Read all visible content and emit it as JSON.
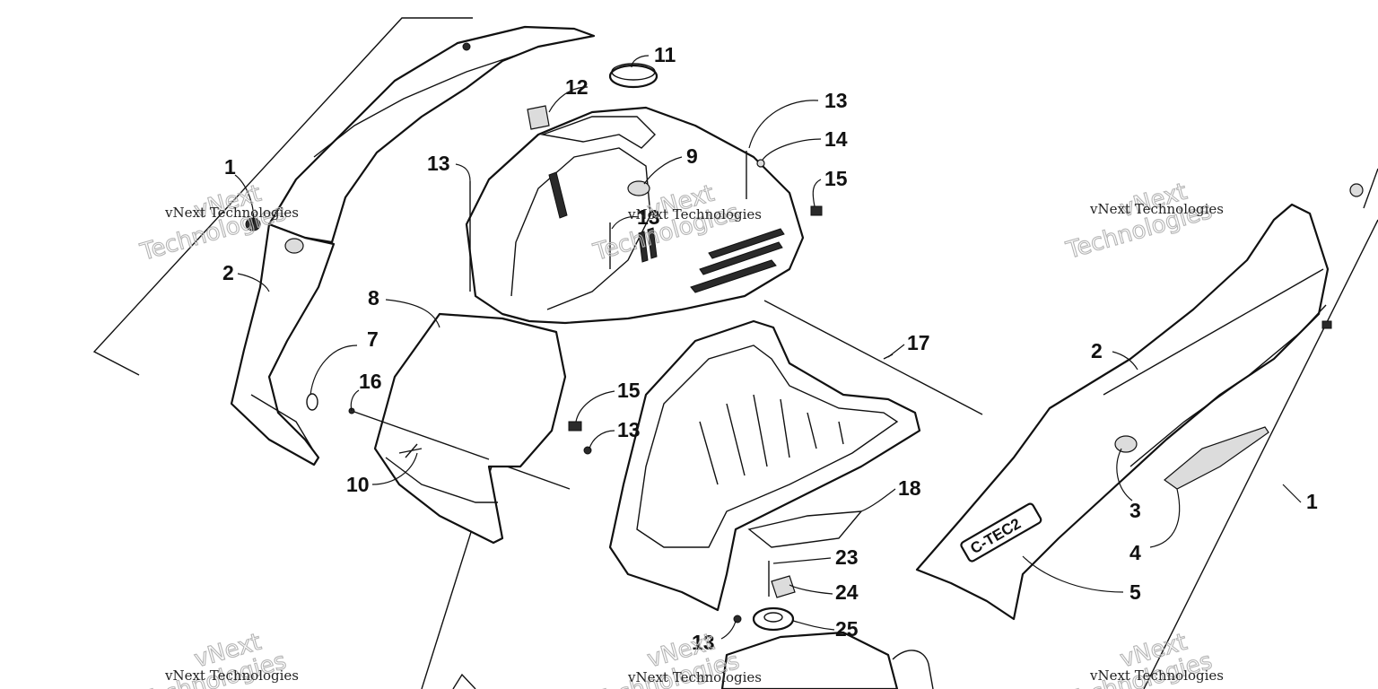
{
  "callouts": {
    "c1_left": "1",
    "c2_left": "2",
    "c7": "7",
    "c16": "16",
    "c10": "10",
    "c8": "8",
    "c13_a": "13",
    "c12": "12",
    "c11": "11",
    "c9": "9",
    "c13_b": "13",
    "c13_c": "13",
    "c14": "14",
    "c15_a": "15",
    "c15_b": "15",
    "c13_d": "13",
    "c17": "17",
    "c18": "18",
    "c23": "23",
    "c24": "24",
    "c25": "25",
    "c13_e": "13",
    "c2_right": "2",
    "c3": "3",
    "c4": "4",
    "c5": "5",
    "c1_right": "1"
  },
  "decal_text": "C-TEC2",
  "watermark": {
    "line1": "vNext",
    "line2": "Technologies",
    "small": "vNext Technologies"
  }
}
